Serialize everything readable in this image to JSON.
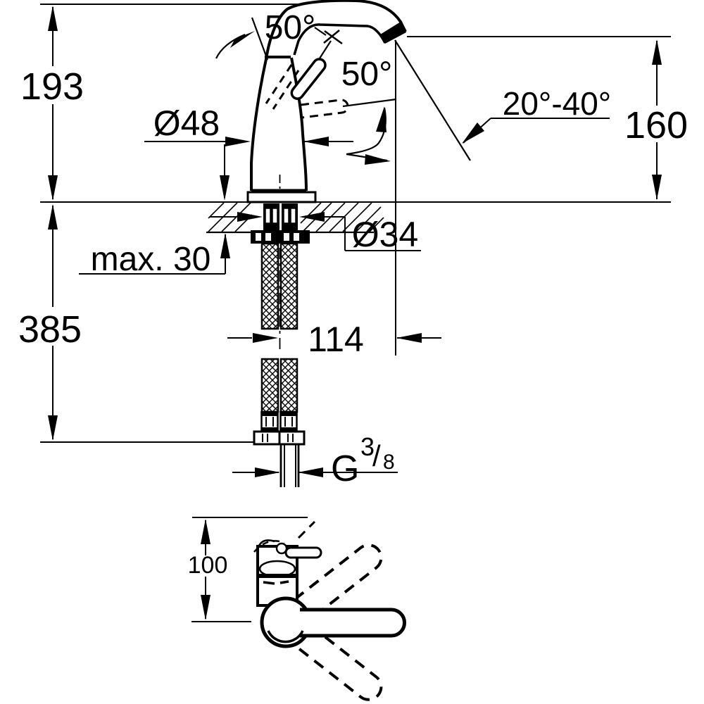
{
  "colors": {
    "background": "#ffffff",
    "line": "#000000"
  },
  "labels": {
    "height_top": "193",
    "height_bottom": "385",
    "spout_height": "160",
    "body_diameter": "Ø48",
    "shank_diameter": "Ø34",
    "deck_thickness": "max. 30",
    "spout_reach": "114",
    "handle_angle_top": "50°",
    "handle_angle_front": "50°",
    "stream_angle": "20°-40°",
    "plan_spout_reach": "100",
    "thread_prefix": "G",
    "thread_numerator": "3",
    "thread_slash": "/",
    "thread_denominator": "8"
  }
}
